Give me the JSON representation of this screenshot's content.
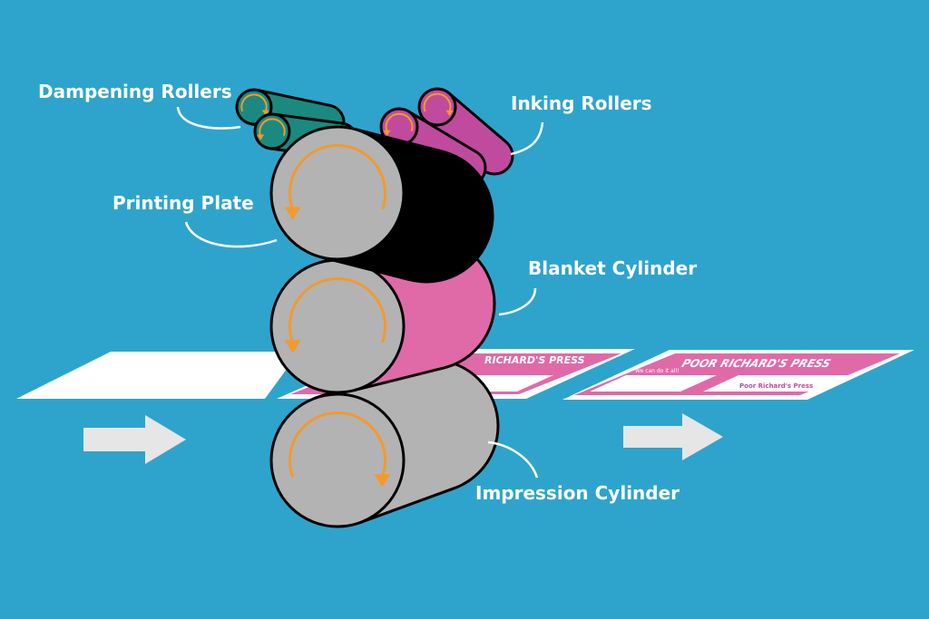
{
  "labels": {
    "dampening": "Dampening Rollers",
    "inking": "Inking Rollers",
    "plate": "Printing Plate",
    "blanket": "Blanket Cylinder",
    "impression": "Impression Cylinder"
  },
  "sheet": {
    "header": "POOR RICHARD'S PRESS",
    "header_partial": "RICHARD'S PRESS",
    "tagline": "We can do it all!",
    "brand": "Poor Richard's Press"
  },
  "colors": {
    "background": "#2ea4cc",
    "plate": "#b3b3b3",
    "ink_body": "#000000",
    "blanket": "#e06aa8",
    "impression": "#b3b3b3",
    "dampening": "#1a8a80",
    "inking": "#c04b9e",
    "arrow": "#f29a2e",
    "feed_arrow": "#e6e6e6"
  }
}
